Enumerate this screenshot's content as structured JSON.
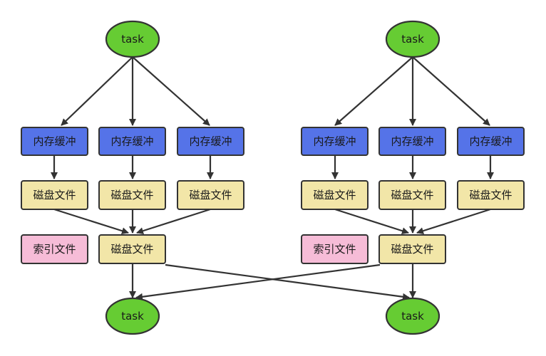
{
  "labels": {
    "task": "task",
    "buffer": "内存缓冲",
    "disk": "磁盘文件",
    "index": "索引文件"
  },
  "colors": {
    "task_fill": "#66cc33",
    "buffer_fill": "#5573e8",
    "disk_fill": "#f2e6a8",
    "index_fill": "#f6bcd7",
    "stroke": "#333333",
    "arrow": "#333333"
  }
}
